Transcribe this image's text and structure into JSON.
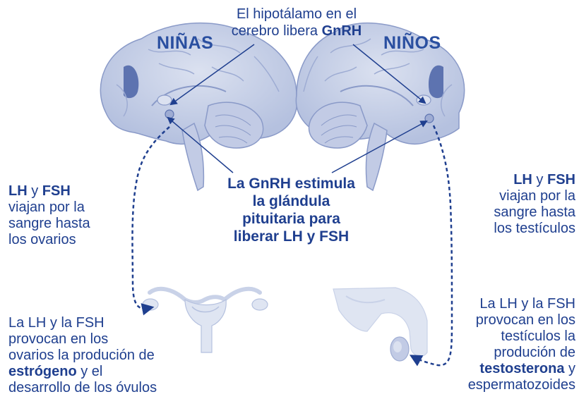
{
  "header": {
    "line1": "El hipotálamo en el",
    "line2_pre": "cerebro libera ",
    "line2_bold": "GnRH"
  },
  "girls_label": "NIÑAS",
  "boys_label": "NIÑOS",
  "center_text": {
    "line1": "La GnRH estimula",
    "line2": "la glándula",
    "line3": "pituitaria para",
    "line4": "liberar LH y FSH"
  },
  "left_travel": {
    "lh": "LH",
    "y": " y ",
    "fsh": "FSH",
    "line2": "viajan por la",
    "line3": "sangre hasta",
    "line4": "los ovarios"
  },
  "right_travel": {
    "lh": "LH",
    "y": " y ",
    "fsh": "FSH",
    "line2": "viajan por la",
    "line3": "sangre hasta",
    "line4": "los testículos"
  },
  "left_effect": {
    "line1": "La LH y la FSH",
    "line2": "provocan en los",
    "line3": "ovarios la produción de",
    "line4_bold": "estrógeno",
    "line4_rest": " y el",
    "line5": "desarrollo de los óvulos"
  },
  "right_effect": {
    "line1": "La LH y la FSH",
    "line2": "provocan en los",
    "line3": "testículos la",
    "line4": "produción de",
    "line5_bold": "testosterona",
    "line5_rest": " y",
    "line6": "espermatozoides"
  },
  "colors": {
    "text": "#1f3f8f",
    "brain_fill": "#c9d2e8",
    "brain_dark": "#5d73b0",
    "organ_fill": "#dfe5f2",
    "line": "#1f3f8f"
  }
}
